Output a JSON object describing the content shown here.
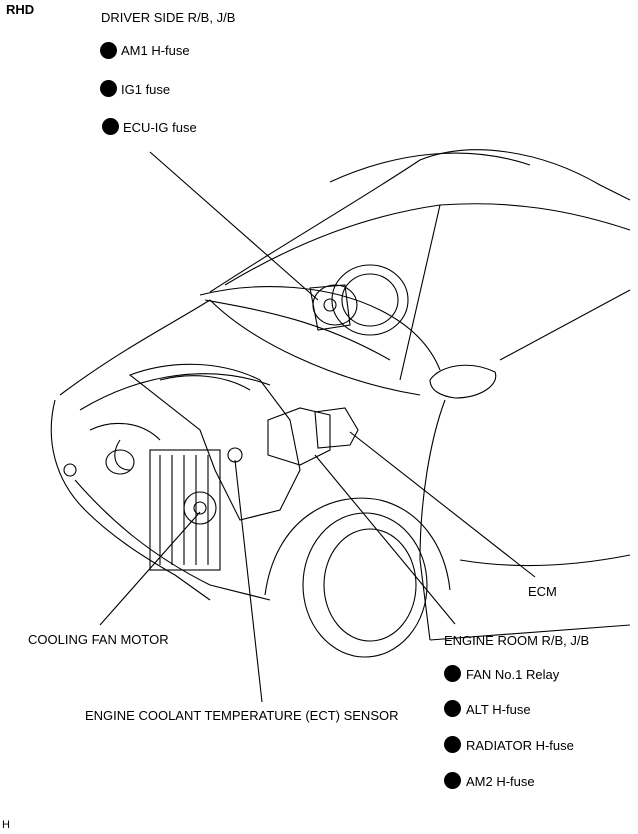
{
  "corner_label": "RHD",
  "footer_code": "H",
  "driver_side": {
    "title": "DRIVER SIDE R/B, J/B",
    "items": [
      "AM1 H-fuse",
      "IG1 fuse",
      "ECU-IG fuse"
    ]
  },
  "engine_room": {
    "title": "ENGINE ROOM R/B, J/B",
    "items": [
      "FAN No.1 Relay",
      "ALT H-fuse",
      "RADIATOR H-fuse",
      "AM2 H-fuse"
    ]
  },
  "callouts": {
    "ecm": "ECM",
    "cooling_fan_motor": "COOLING FAN MOTOR",
    "ect_sensor": "ENGINE COOLANT TEMPERATURE (ECT) SENSOR"
  },
  "colors": {
    "ink": "#000000",
    "background": "#ffffff"
  }
}
